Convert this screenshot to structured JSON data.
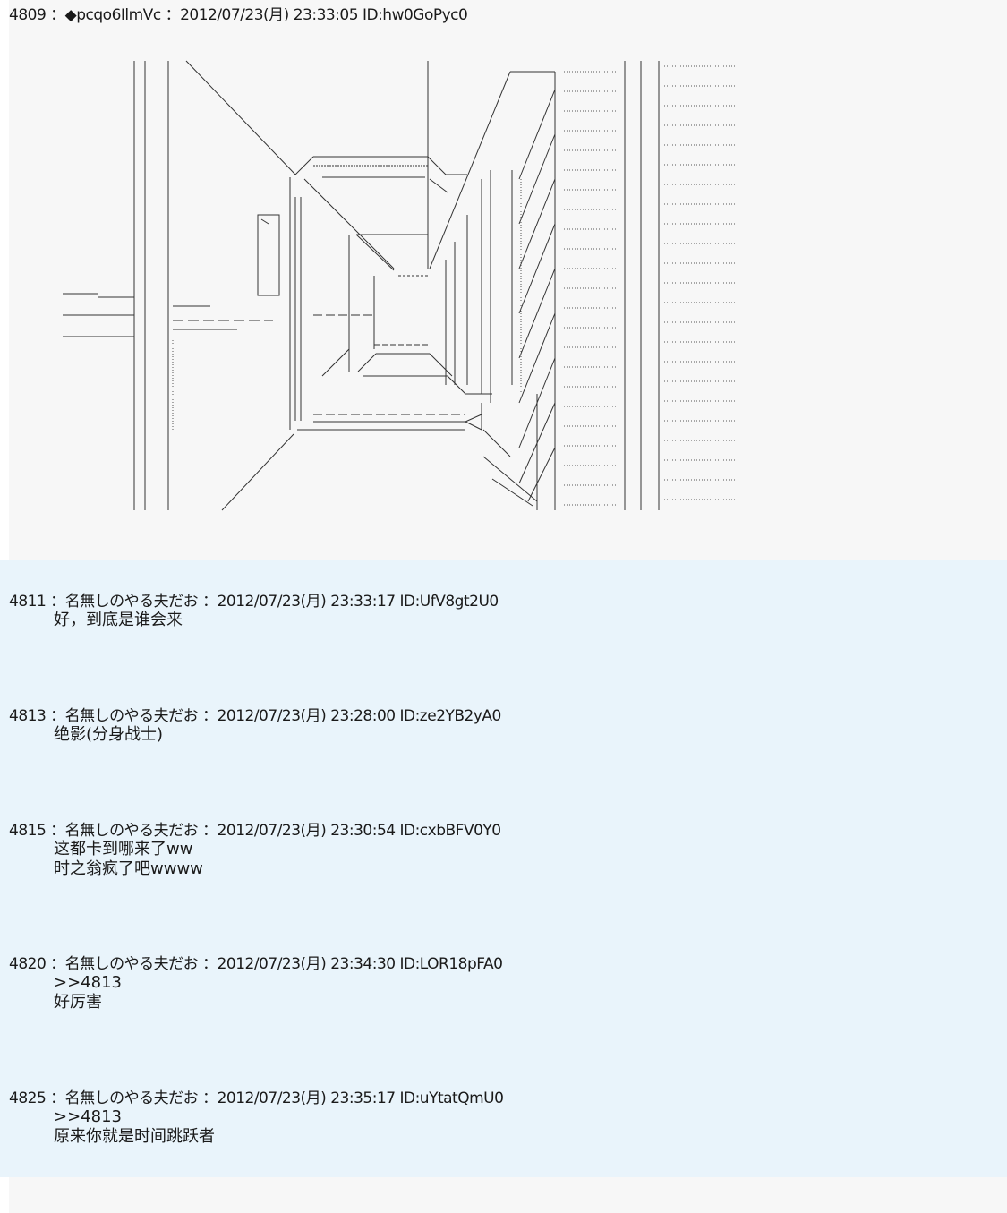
{
  "main_post": {
    "header": "4809 ：◆pcqo6IlmVc ：2012/07/23(月) 23:33:05 ID:hw0GoPyc0"
  },
  "replies": [
    {
      "header": "4811 ：名無しのやる夫だお ：2012/07/23(月) 23:33:17 ID:UfV8gt2U0",
      "lines": [
        "好，到底是谁会来"
      ]
    },
    {
      "header": "4813 ：名無しのやる夫だお ：2012/07/23(月) 23:28:00 ID:ze2YB2yA0",
      "lines": [
        "绝影(分身战士)"
      ]
    },
    {
      "header": "4815 ：名無しのやる夫だお ：2012/07/23(月) 23:30:54 ID:cxbBFV0Y0",
      "lines": [
        "这都卡到哪来了ww",
        "时之翁疯了吧wwww"
      ]
    },
    {
      "header": "4820 ：名無しのやる夫だお ：2012/07/23(月) 23:34:30 ID:LOR18pFA0",
      "lines": [
        ">>4813",
        "好厉害"
      ]
    },
    {
      "header": "4825 ：名無しのやる夫だお ：2012/07/23(月) 23:35:17 ID:uYtatQmU0",
      "lines": [
        ">>4813",
        "原来你就是时间跳跃者"
      ]
    }
  ]
}
